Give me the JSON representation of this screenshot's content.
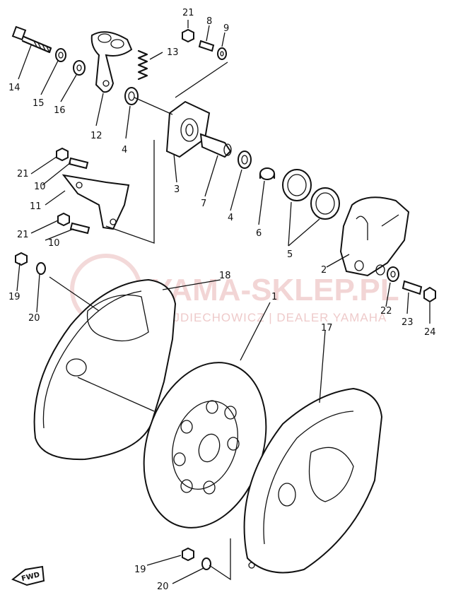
{
  "watermark": {
    "brand": "YAMA-SKLEP.PL",
    "dealer": "DOJDIECHOWICZ | DEALER YAMAHA",
    "color": "#e8b4b4"
  },
  "fwd_label": "FWD",
  "labels": {
    "p1": "1",
    "p2": "2",
    "p3": "3",
    "p4a": "4",
    "p4b": "4",
    "p5": "5",
    "p6": "6",
    "p7": "7",
    "p8": "8",
    "p9": "9",
    "p10a": "10",
    "p10b": "10",
    "p11": "11",
    "p12": "12",
    "p13": "13",
    "p14": "14",
    "p15": "15",
    "p16": "16",
    "p17": "17",
    "p18": "18",
    "p19a": "19",
    "p19b": "19",
    "p20a": "20",
    "p20b": "20",
    "p21a": "21",
    "p21b": "21",
    "p21c": "21",
    "p22": "22",
    "p23": "23",
    "p24": "24"
  }
}
